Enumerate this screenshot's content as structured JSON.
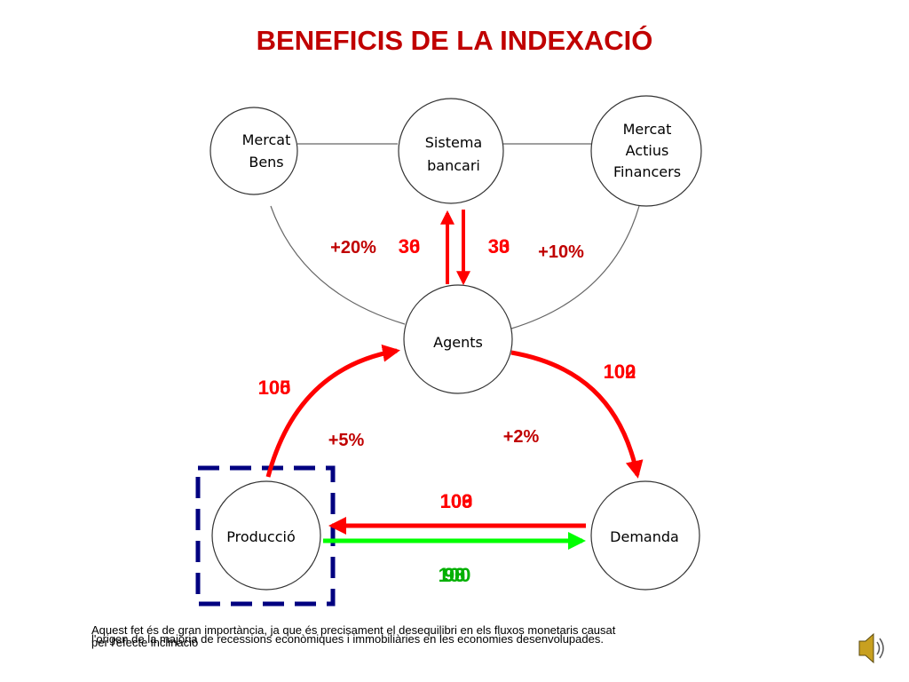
{
  "title": "BENEFICIS DE LA INDEXACIÓ",
  "nodes": {
    "mercat_bens": [
      "Mercat",
      "Bens"
    ],
    "sistema_bancari": [
      "Sistema",
      "bancari"
    ],
    "mercat_actius": [
      "Mercat",
      "Actius",
      "Financers"
    ],
    "agents": "Agents",
    "produccio": "Producció",
    "demanda": "Demanda"
  },
  "percentages": {
    "mercat_bens": "+20%",
    "mercat_actius": "+10%",
    "produccio_agents": "+5%",
    "agents_demanda": "+2%"
  },
  "flows": {
    "up_to_bank": [
      "30",
      "36"
    ],
    "down_from_bank": [
      "30",
      "33"
    ],
    "produccio_to_agents": [
      "100",
      "105"
    ],
    "agents_to_demanda": [
      "100",
      "102"
    ],
    "demanda_to_produccio": [
      "100",
      "103",
      "109"
    ],
    "produccio_to_demanda": [
      "100",
      "93",
      "90"
    ]
  },
  "colors": {
    "title": "#c00000",
    "red_arrow": "#ff0000",
    "green_arrow": "#00ff00",
    "dashed_box": "#000080"
  },
  "icons": [
    "speaker-icon"
  ],
  "footnote": {
    "line1": "Aquest fet és de gran importància, ja que és precisament el desequilibri en els fluxos monetaris causat",
    "line2": "per l'efecte inclinació",
    "overlay": "l'origen de la majoria de recessions econòmiques i immobiliàries en les economies desenvolupades."
  }
}
